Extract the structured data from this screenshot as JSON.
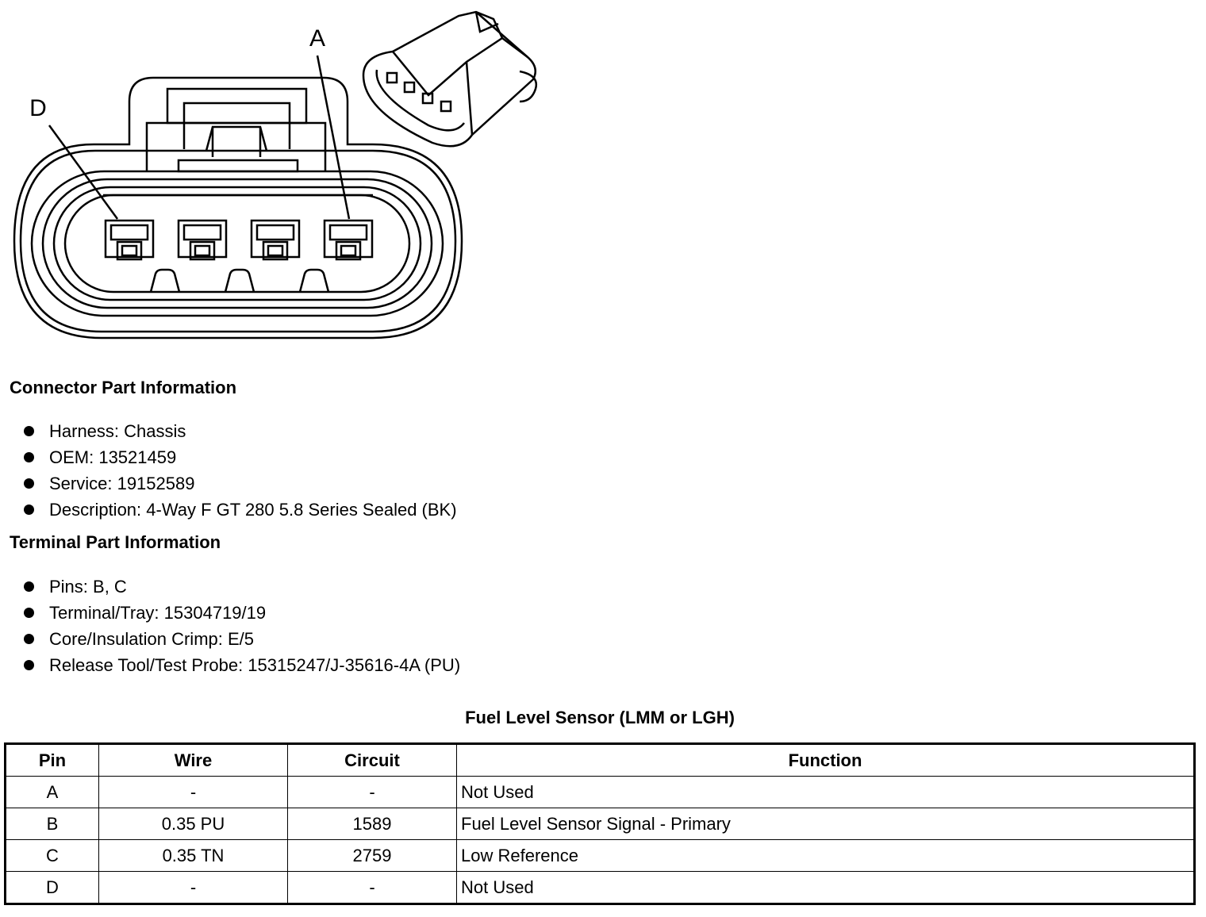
{
  "diagram": {
    "pin_label_a": "A",
    "pin_label_d": "D"
  },
  "connector_info": {
    "heading": "Connector Part Information",
    "items": [
      "Harness: Chassis",
      "OEM: 13521459",
      "Service: 19152589",
      "Description: 4-Way F GT 280 5.8 Series Sealed (BK)"
    ]
  },
  "terminal_info": {
    "heading": "Terminal Part Information",
    "items": [
      "Pins: B, C",
      "Terminal/Tray: 15304719/19",
      "Core/Insulation Crimp: E/5",
      "Release Tool/Test Probe: 15315247/J-35616-4A (PU)"
    ]
  },
  "table": {
    "title": "Fuel Level Sensor (LMM or LGH)",
    "headers": [
      "Pin",
      "Wire",
      "Circuit",
      "Function"
    ],
    "rows": [
      [
        "A",
        "-",
        "-",
        "Not Used"
      ],
      [
        "B",
        "0.35 PU",
        "1589",
        "Fuel Level Sensor Signal - Primary"
      ],
      [
        "C",
        "0.35 TN",
        "2759",
        "Low Reference"
      ],
      [
        "D",
        "-",
        "-",
        "Not Used"
      ]
    ]
  }
}
